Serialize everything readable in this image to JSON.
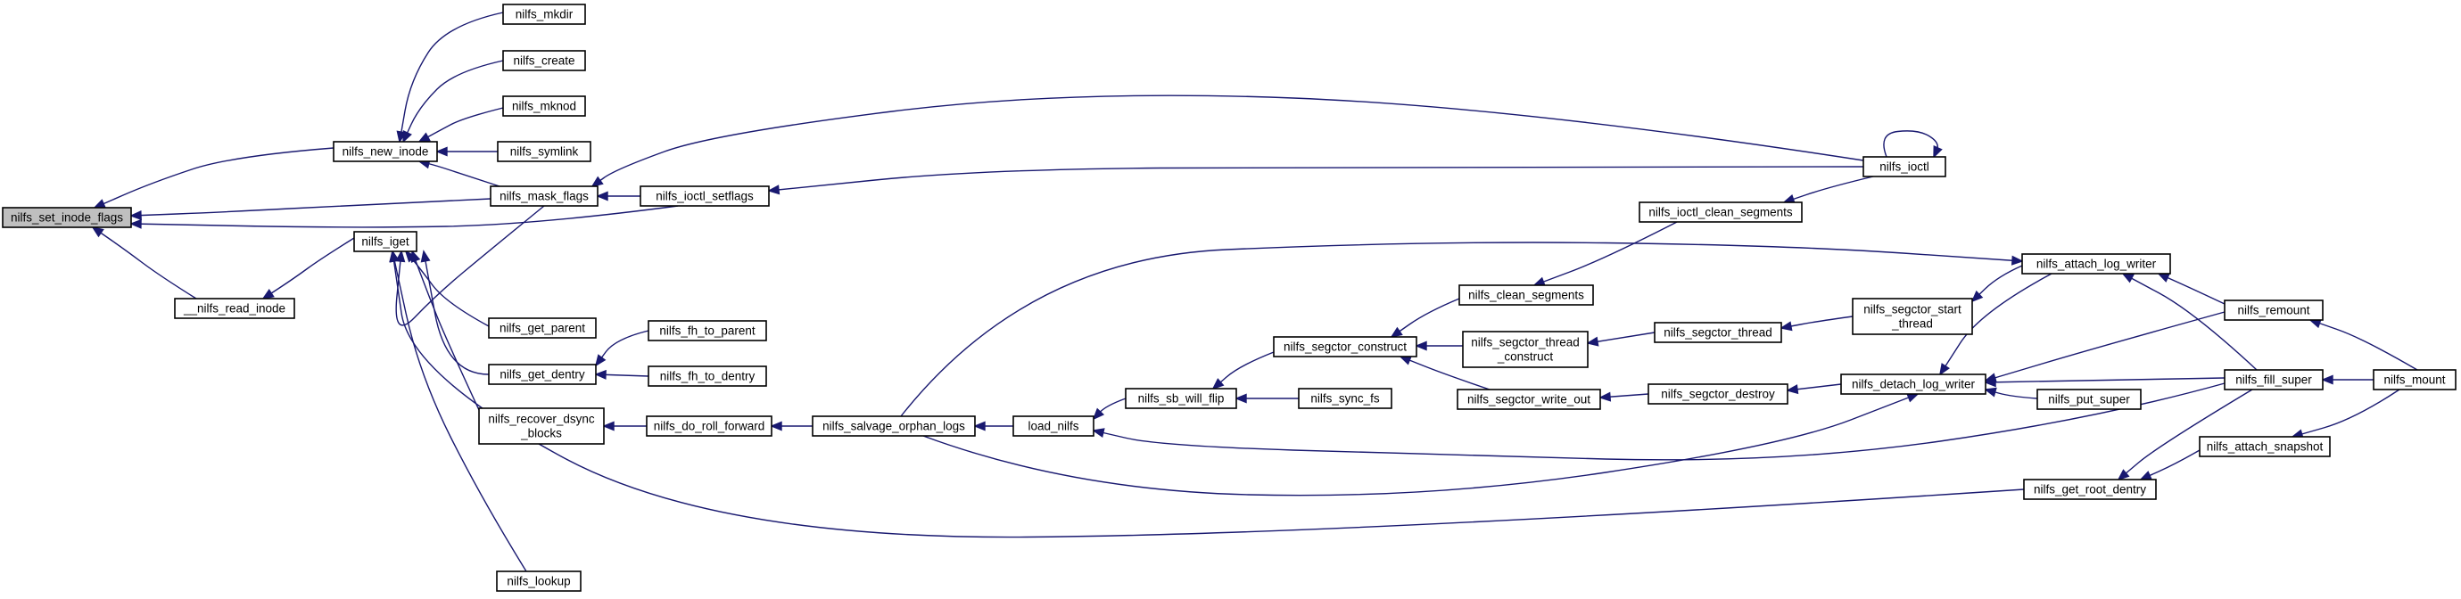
{
  "title": "",
  "colors": {
    "edge": "#191970",
    "root_fill": "#bfbfbf",
    "node_fill": "#ffffff",
    "node_stroke": "#000000"
  },
  "nodes": {
    "set_inode_flags": {
      "label": [
        "nilfs_set_inode_flags"
      ],
      "root": true
    },
    "new_inode": {
      "label": [
        "nilfs_new_inode"
      ]
    },
    "read_inode": {
      "label": [
        "__nilfs_read_inode"
      ]
    },
    "mask_flags": {
      "label": [
        "nilfs_mask_flags"
      ]
    },
    "mkdir": {
      "label": [
        "nilfs_mkdir"
      ]
    },
    "create": {
      "label": [
        "nilfs_create"
      ]
    },
    "mknod": {
      "label": [
        "nilfs_mknod"
      ]
    },
    "symlink": {
      "label": [
        "nilfs_symlink"
      ]
    },
    "ioctl_setflags": {
      "label": [
        "nilfs_ioctl_setflags"
      ]
    },
    "ioctl": {
      "label": [
        "nilfs_ioctl"
      ]
    },
    "iget": {
      "label": [
        "nilfs_iget"
      ]
    },
    "get_parent": {
      "label": [
        "nilfs_get_parent"
      ]
    },
    "get_dentry": {
      "label": [
        "nilfs_get_dentry"
      ]
    },
    "fh_to_parent": {
      "label": [
        "nilfs_fh_to_parent"
      ]
    },
    "fh_to_dentry": {
      "label": [
        "nilfs_fh_to_dentry"
      ]
    },
    "recover_dsync": {
      "label": [
        "nilfs_recover_dsync",
        "_blocks"
      ]
    },
    "do_roll_forward": {
      "label": [
        "nilfs_do_roll_forward"
      ]
    },
    "salvage": {
      "label": [
        "nilfs_salvage_orphan_logs"
      ]
    },
    "load_nilfs": {
      "label": [
        "load_nilfs"
      ]
    },
    "sb_will_flip": {
      "label": [
        "nilfs_sb_will_flip"
      ]
    },
    "sync_fs": {
      "label": [
        "nilfs_sync_fs"
      ]
    },
    "segctor_construct": {
      "label": [
        "nilfs_segctor_construct"
      ]
    },
    "clean_segments": {
      "label": [
        "nilfs_clean_segments"
      ]
    },
    "ioctl_clean_segments": {
      "label": [
        "nilfs_ioctl_clean_segments"
      ]
    },
    "segctor_thread_construct": {
      "label": [
        "nilfs_segctor_thread",
        "_construct"
      ]
    },
    "segctor_thread": {
      "label": [
        "nilfs_segctor_thread"
      ]
    },
    "segctor_start_thread": {
      "label": [
        "nilfs_segctor_start",
        "_thread"
      ]
    },
    "segctor_write_out": {
      "label": [
        "nilfs_segctor_write_out"
      ]
    },
    "segctor_destroy": {
      "label": [
        "nilfs_segctor_destroy"
      ]
    },
    "detach_log_writer": {
      "label": [
        "nilfs_detach_log_writer"
      ]
    },
    "attach_log_writer": {
      "label": [
        "nilfs_attach_log_writer"
      ]
    },
    "put_super": {
      "label": [
        "nilfs_put_super"
      ]
    },
    "remount": {
      "label": [
        "nilfs_remount"
      ]
    },
    "fill_super": {
      "label": [
        "nilfs_fill_super"
      ]
    },
    "mount": {
      "label": [
        "nilfs_mount"
      ]
    },
    "get_root_dentry": {
      "label": [
        "nilfs_get_root_dentry"
      ]
    },
    "attach_snapshot": {
      "label": [
        "nilfs_attach_snapshot"
      ]
    },
    "lookup": {
      "label": [
        "nilfs_lookup"
      ]
    }
  },
  "edges": [
    {
      "from": "new_inode",
      "to": "set_inode_flags"
    },
    {
      "from": "read_inode",
      "to": "set_inode_flags"
    },
    {
      "from": "mask_flags",
      "to": "set_inode_flags"
    },
    {
      "from": "ioctl_setflags",
      "to": "set_inode_flags"
    },
    {
      "from": "mkdir",
      "to": "new_inode"
    },
    {
      "from": "create",
      "to": "new_inode"
    },
    {
      "from": "mknod",
      "to": "new_inode"
    },
    {
      "from": "symlink",
      "to": "new_inode"
    },
    {
      "from": "mask_flags",
      "to": "new_inode"
    },
    {
      "from": "ioctl_setflags",
      "to": "mask_flags"
    },
    {
      "from": "ioctl",
      "to": "mask_flags"
    },
    {
      "from": "ioctl",
      "to": "ioctl_setflags"
    },
    {
      "from": "ioctl",
      "to": "ioctl"
    },
    {
      "from": "iget",
      "to": "read_inode"
    },
    {
      "from": "mask_flags",
      "to": "iget"
    },
    {
      "from": "get_parent",
      "to": "iget"
    },
    {
      "from": "get_dentry",
      "to": "iget"
    },
    {
      "from": "recover_dsync",
      "to": "iget"
    },
    {
      "from": "lookup",
      "to": "iget"
    },
    {
      "from": "get_root_dentry",
      "to": "iget"
    },
    {
      "from": "fh_to_parent",
      "to": "get_dentry"
    },
    {
      "from": "fh_to_dentry",
      "to": "get_dentry"
    },
    {
      "from": "do_roll_forward",
      "to": "recover_dsync"
    },
    {
      "from": "salvage",
      "to": "do_roll_forward"
    },
    {
      "from": "load_nilfs",
      "to": "salvage"
    },
    {
      "from": "sb_will_flip",
      "to": "load_nilfs"
    },
    {
      "from": "fill_super",
      "to": "load_nilfs"
    },
    {
      "from": "segctor_construct",
      "to": "sb_will_flip"
    },
    {
      "from": "sync_fs",
      "to": "sb_will_flip"
    },
    {
      "from": "clean_segments",
      "to": "segctor_construct"
    },
    {
      "from": "segctor_thread_construct",
      "to": "segctor_construct"
    },
    {
      "from": "segctor_write_out",
      "to": "segctor_construct"
    },
    {
      "from": "ioctl_clean_segments",
      "to": "clean_segments"
    },
    {
      "from": "ioctl",
      "to": "ioctl_clean_segments"
    },
    {
      "from": "segctor_thread",
      "to": "segctor_thread_construct"
    },
    {
      "from": "segctor_start_thread",
      "to": "segctor_thread"
    },
    {
      "from": "attach_log_writer",
      "to": "segctor_start_thread"
    },
    {
      "from": "segctor_destroy",
      "to": "segctor_write_out"
    },
    {
      "from": "detach_log_writer",
      "to": "segctor_destroy"
    },
    {
      "from": "attach_log_writer",
      "to": "detach_log_writer"
    },
    {
      "from": "remount",
      "to": "detach_log_writer"
    },
    {
      "from": "fill_super",
      "to": "detach_log_writer"
    },
    {
      "from": "put_super",
      "to": "detach_log_writer"
    },
    {
      "from": "salvage",
      "to": "detach_log_writer"
    },
    {
      "from": "salvage",
      "to": "attach_log_writer"
    },
    {
      "from": "remount",
      "to": "attach_log_writer"
    },
    {
      "from": "fill_super",
      "to": "attach_log_writer"
    },
    {
      "from": "mount",
      "to": "remount"
    },
    {
      "from": "mount",
      "to": "fill_super"
    },
    {
      "from": "mount",
      "to": "attach_snapshot"
    },
    {
      "from": "attach_snapshot",
      "to": "get_root_dentry"
    },
    {
      "from": "fill_super",
      "to": "get_root_dentry"
    }
  ]
}
